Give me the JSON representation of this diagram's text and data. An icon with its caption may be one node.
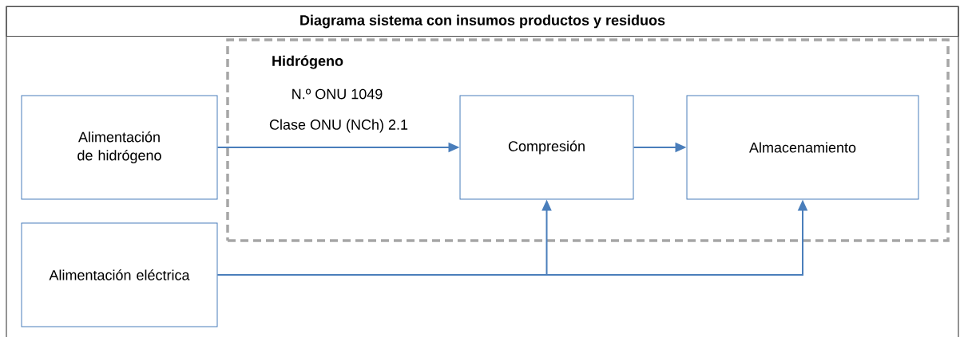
{
  "diagram": {
    "title": "Diagrama sistema con insumos productos y residuos",
    "nodes": [
      {
        "text": [
          "Alimentación de hidrógeno"
        ]
      },
      {
        "text": [],
        "shape": "box"
      },
      {
        "text": [
          "Compresión"
        ],
        "in": 1
      },
      {
        "text": [
          "Almacenamiento"
        ],
        "in": 1
      },
      {
        "text": [
          "Alimentación eléctrica"
        ]
      }
    ],
    "edges": [
      {
        "from": 0,
        "to": 2,
        "arrow": "to",
        "label": "Clase ONU (NCh) 2.1"
      },
      {
        "from": 2,
        "to": 3,
        "arrow": "to"
      },
      {
        "from": 4,
        "to": 2,
        "arrow": "to"
      },
      {
        "from": 4,
        "to": 3,
        "arrow": "to"
      }
    ],
    "labels": [
      "Hidrógeno",
      "N.º ONU 1049"
    ]
  }
}
